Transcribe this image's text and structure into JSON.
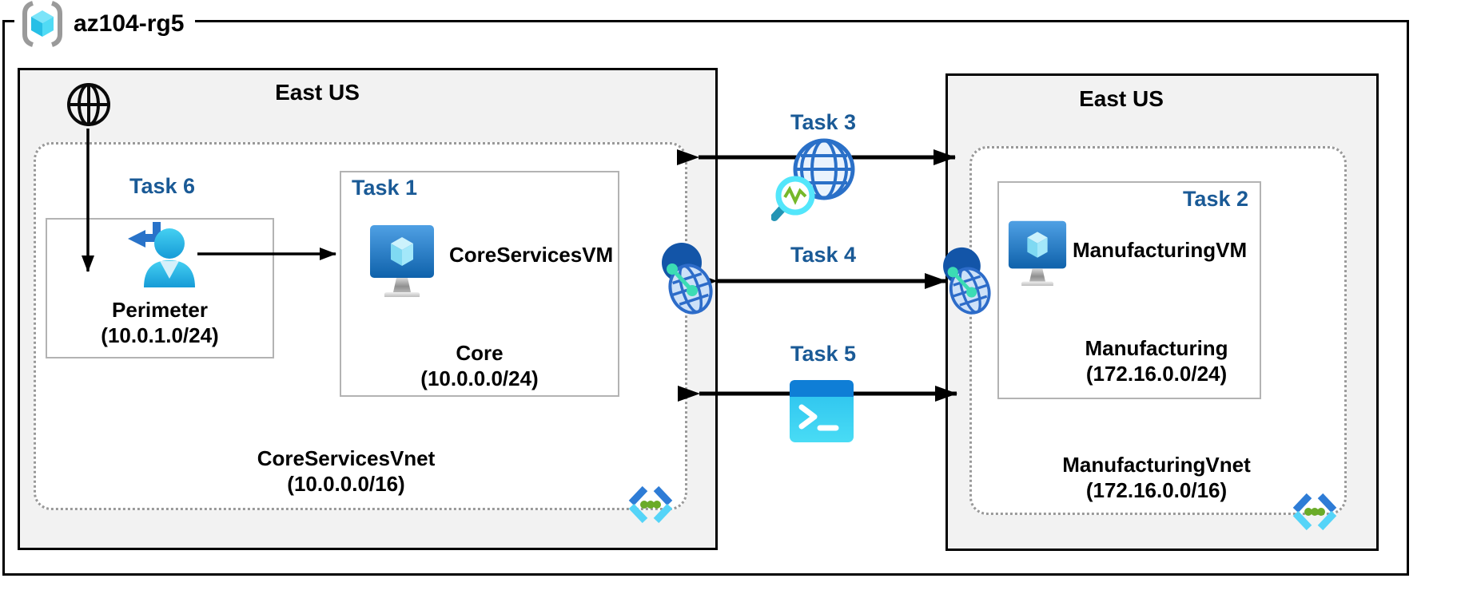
{
  "resource_group": {
    "label": "az104-rg5"
  },
  "left_region": {
    "title": "East US",
    "task6_label": "Task 6",
    "task1_label": "Task 1",
    "perimeter_name": "Perimeter",
    "perimeter_cidr": "(10.0.1.0/24)",
    "vm_name": "CoreServicesVM",
    "subnet_name": "Core",
    "subnet_cidr": "(10.0.0.0/24)",
    "vnet_name": "CoreServicesVnet",
    "vnet_cidr": "(10.0.0.0/16)"
  },
  "right_region": {
    "title": "East US",
    "task2_label": "Task 2",
    "vm_name": "ManufacturingVM",
    "subnet_name": "Manufacturing",
    "subnet_cidr": "(172.16.0.0/24)",
    "vnet_name": "ManufacturingVnet",
    "vnet_cidr": "(172.16.0.0/16)"
  },
  "connections": {
    "task3_label": "Task 3",
    "task4_label": "Task 4",
    "task5_label": "Task 5"
  },
  "icons": {
    "resource_group": "azure-resource-group-icon",
    "internet": "internet-globe-icon",
    "guest_user": "perimeter-user-arrow-icon",
    "virtual_machine": "azure-vm-icon",
    "network_watcher": "network-watcher-icon",
    "cloud_shell": "powershell-terminal-icon",
    "vnet_peering": "vnet-peering-globe-icon",
    "virtual_network": "virtual-network-chevron-icon"
  },
  "colors": {
    "task_label_blue": "#1a5a96",
    "region_fill": "#f2f2f2",
    "outer_border": "#000000",
    "box_border": "#b3b3b3",
    "dotted_border": "#999999",
    "arrow": "#000000"
  }
}
